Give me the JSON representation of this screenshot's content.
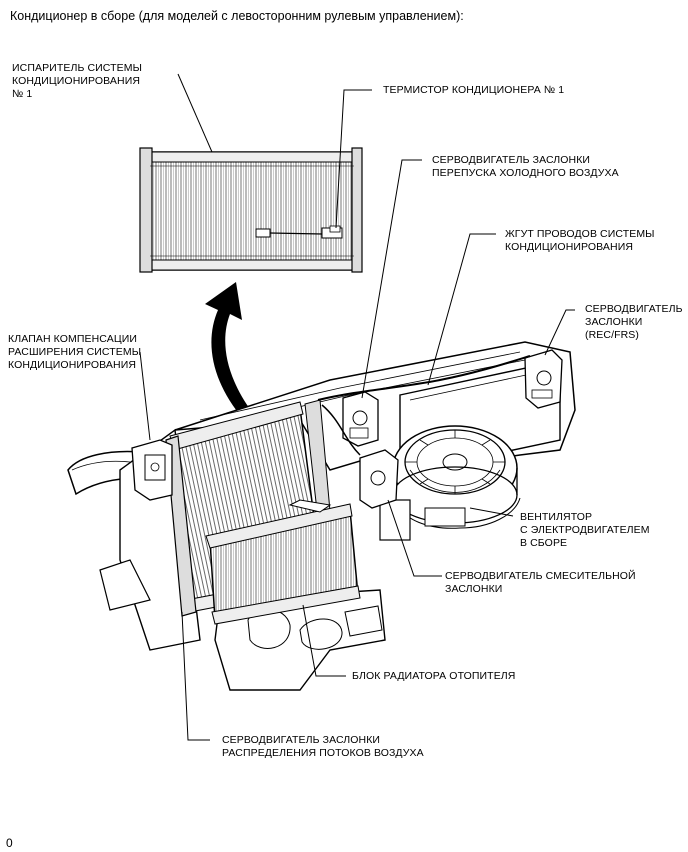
{
  "page": {
    "title": "Кондиционер в сборе (для моделей с левосторонним рулевым управлением):",
    "page_marker": "0"
  },
  "labels": {
    "evaporator": "ИСПАРИТЕЛЬ СИСТЕМЫ\nКОНДИЦИОНИРОВАНИЯ\n№ 1",
    "thermistor": "ТЕРМИСТОР КОНДИЦИОНЕРА № 1",
    "cool_bypass_servo": "СЕРВОДВИГАТЕЛЬ ЗАСЛОНКИ\nПЕРЕПУСКА ХОЛОДНОГО ВОЗДУХА",
    "wire_harness": "ЖГУТ ПРОВОДОВ СИСТЕМЫ\nКОНДИЦИОНИРОВАНИЯ",
    "rec_frs_servo": "СЕРВОДВИГАТЕЛЬ\nЗАСЛОНКИ\n(REC/FRS)",
    "expansion_valve": "КЛАПАН КОМПЕНСАЦИИ\nРАСШИРЕНИЯ СИСТЕМЫ\nКОНДИЦИОНИРОВАНИЯ",
    "blower": "ВЕНТИЛЯТОР\nС ЭЛЕКТРОДВИГАТЕЛЕМ\nВ СБОРЕ",
    "air_mix_servo": "СЕРВОДВИГАТЕЛЬ СМЕСИТЕЛЬНОЙ\nЗАСЛОНКИ",
    "heater_core": "БЛОК РАДИАТОРА ОТОПИТЕЛЯ",
    "airflow_servo": "СЕРВОДВИГАТЕЛЬ ЗАСЛОНКИ\nРАСПРЕДЕЛЕНИЯ ПОТОКОВ ВОЗДУХА"
  }
}
